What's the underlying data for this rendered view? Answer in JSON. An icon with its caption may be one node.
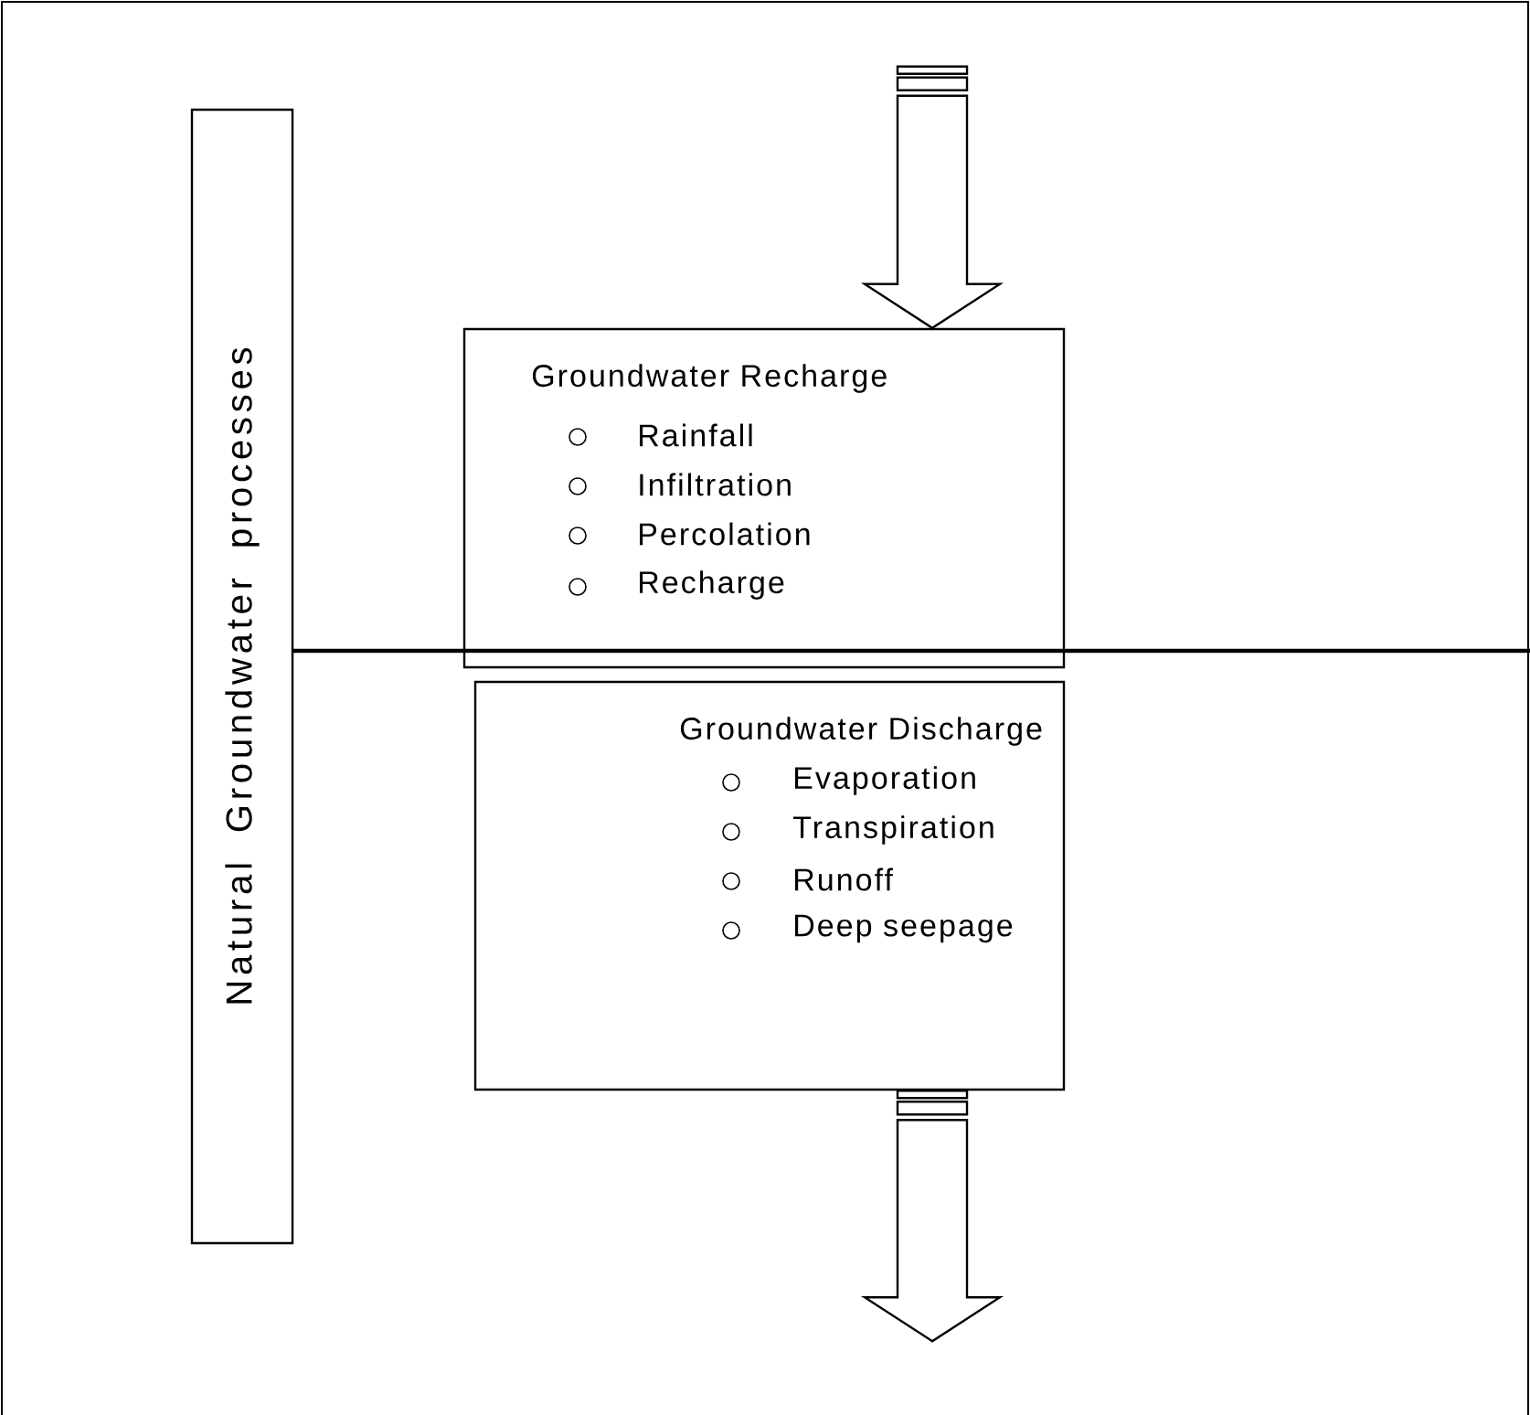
{
  "diagram": {
    "nodes": [
      {
        "text": [
          "Natural Groundwater processes"
        ]
      },
      {
        "text": [
          "Groundwater Recharge",
          "Rainfall",
          "Infiltration",
          "Percolation",
          "Recharge"
        ]
      },
      {
        "text": [
          "Groundwater Discharge",
          "Evaporation",
          "Transpiration",
          "Runoff",
          "Deep seepage"
        ]
      }
    ],
    "edges": [
      {
        "from": null,
        "to": 1,
        "arrow": "to"
      },
      {
        "from": 2,
        "to": null,
        "arrow": "to"
      }
    ]
  }
}
